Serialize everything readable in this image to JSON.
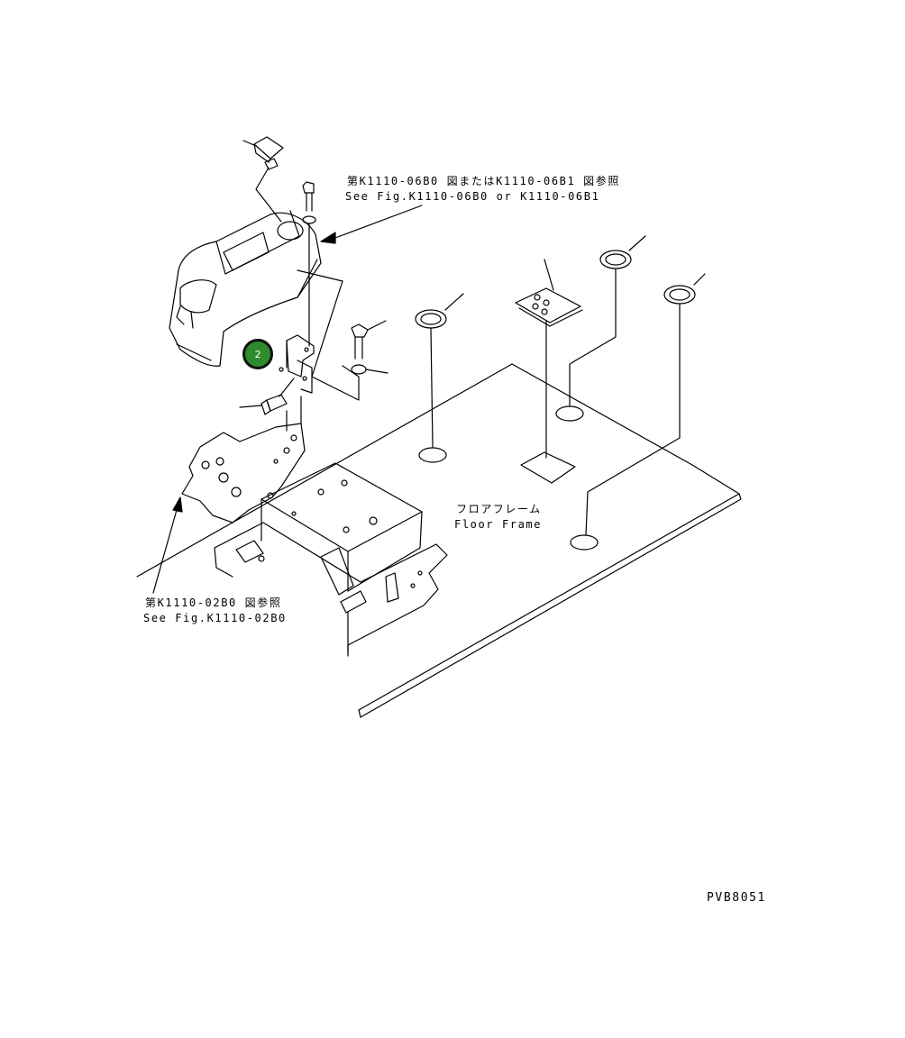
{
  "ref_top": {
    "line1": "第K1110-06B0 図またはK1110-06B1 図参照",
    "line2": "See Fig.K1110-06B0 or K1110-06B1"
  },
  "ref_bottom": {
    "line1": "第K1110-02B0 図参照",
    "line2": "See Fig.K1110-02B0"
  },
  "floor_frame": {
    "jp": "フロアフレーム",
    "en": "Floor Frame"
  },
  "callout": {
    "number": "2",
    "color": "#2e8b2e"
  },
  "drawing_code": "PVB8051"
}
